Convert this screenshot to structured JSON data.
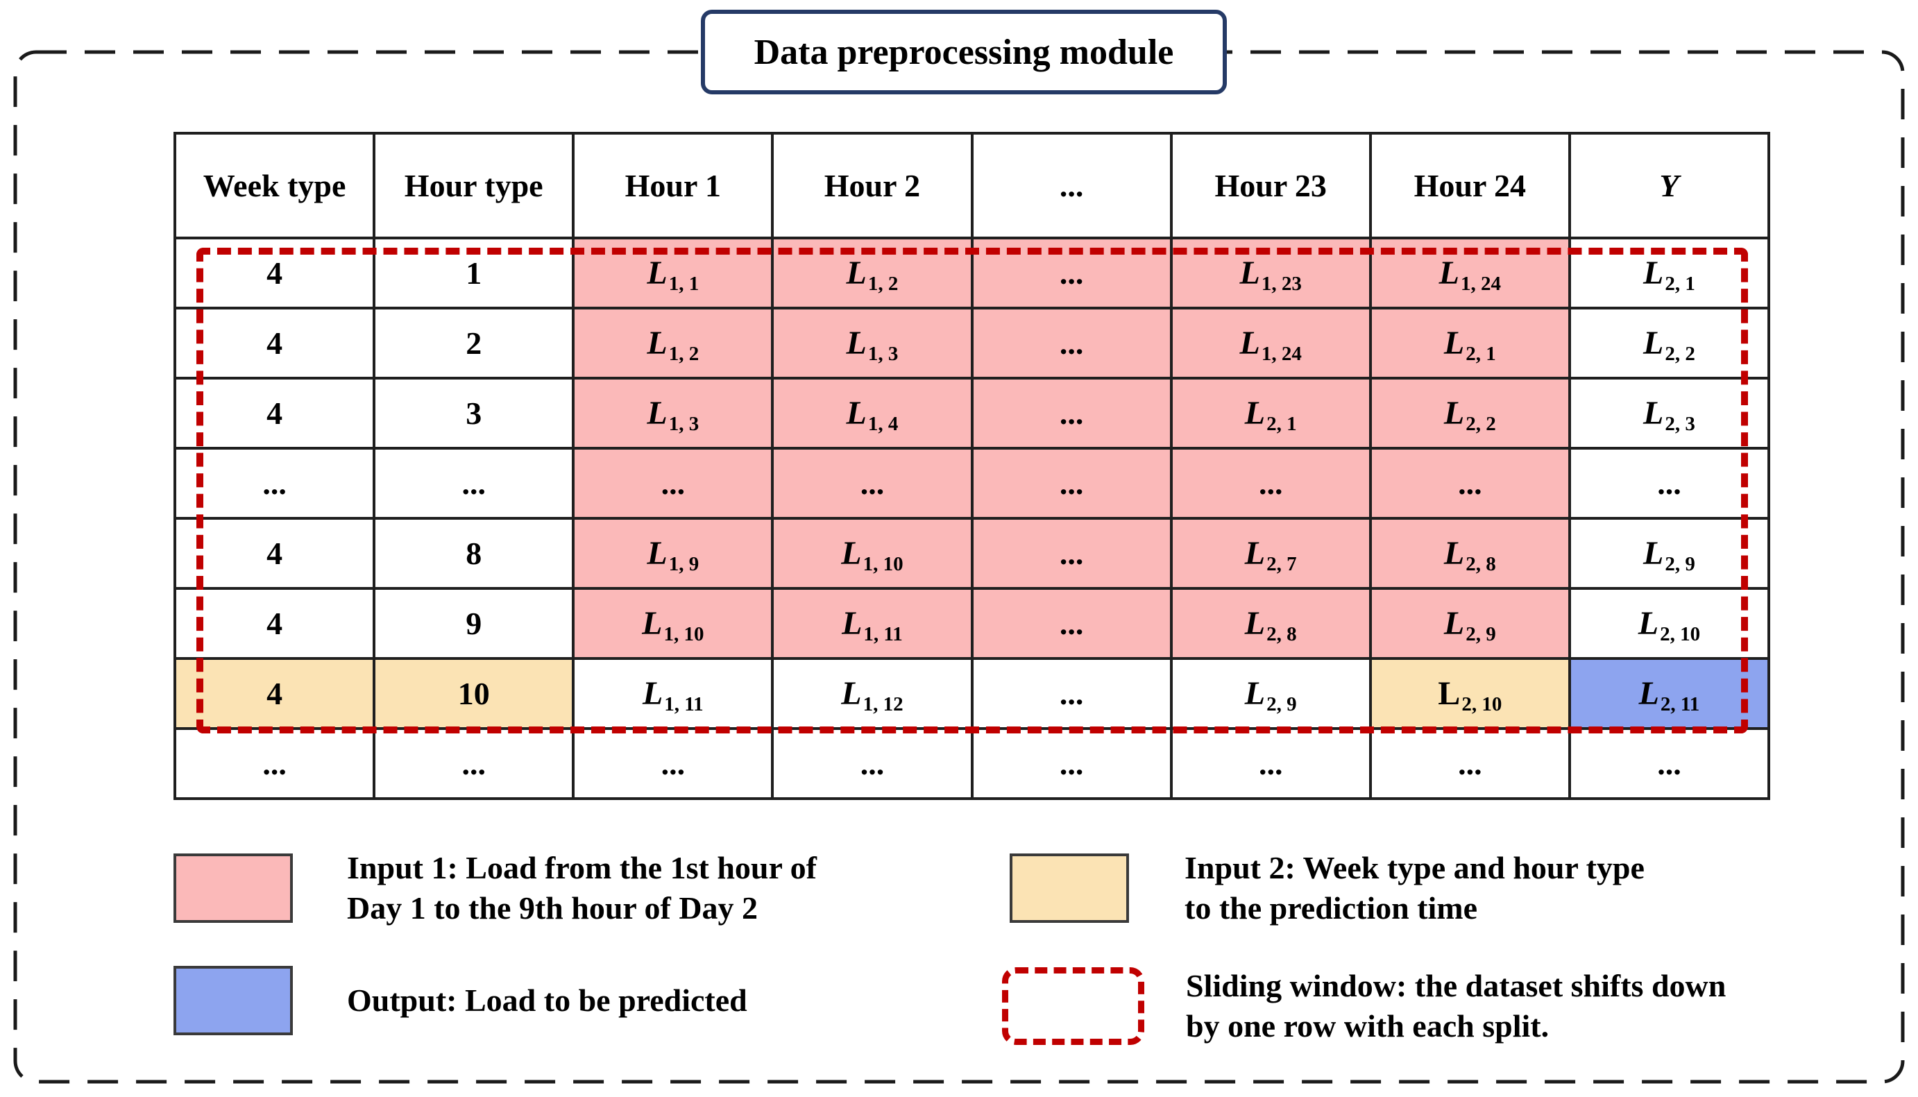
{
  "title": "Data preprocessing module",
  "colors": {
    "input1_pink": "#FBB9B9",
    "input2_orange": "#FBE3B4",
    "output_blue": "#8DA4EF",
    "sliding_window_red": "#C00000",
    "title_border_navy": "#253A66",
    "grid_black": "#1F1F1F"
  },
  "table": {
    "columns": [
      {
        "label": "Week type"
      },
      {
        "label": "Hour type"
      },
      {
        "label": "Hour 1"
      },
      {
        "label": "Hour 2"
      },
      {
        "label": "..."
      },
      {
        "label": "Hour 23"
      },
      {
        "label": "Hour 24"
      },
      {
        "label": "Y",
        "italic": true
      }
    ],
    "rows": [
      {
        "cells": [
          {
            "t": "4"
          },
          {
            "t": "1"
          },
          {
            "t": "L",
            "sub": "1, 1",
            "bg": "pink"
          },
          {
            "t": "L",
            "sub": "1, 2",
            "bg": "pink"
          },
          {
            "t": "...",
            "bg": "pink"
          },
          {
            "t": "L",
            "sub": "1, 23",
            "bg": "pink"
          },
          {
            "t": "L",
            "sub": "1, 24",
            "bg": "pink"
          },
          {
            "t": "L",
            "sub": "2, 1"
          }
        ]
      },
      {
        "cells": [
          {
            "t": "4"
          },
          {
            "t": "2"
          },
          {
            "t": "L",
            "sub": "1, 2",
            "bg": "pink"
          },
          {
            "t": "L",
            "sub": "1, 3",
            "bg": "pink"
          },
          {
            "t": "...",
            "bg": "pink"
          },
          {
            "t": "L",
            "sub": "1, 24",
            "bg": "pink"
          },
          {
            "t": "L",
            "sub": "2, 1",
            "bg": "pink"
          },
          {
            "t": "L",
            "sub": "2, 2"
          }
        ]
      },
      {
        "cells": [
          {
            "t": "4"
          },
          {
            "t": "3"
          },
          {
            "t": "L",
            "sub": "1, 3",
            "bg": "pink"
          },
          {
            "t": "L",
            "sub": "1, 4",
            "bg": "pink"
          },
          {
            "t": "...",
            "bg": "pink"
          },
          {
            "t": "L",
            "sub": "2, 1",
            "bg": "pink"
          },
          {
            "t": "L",
            "sub": "2, 2",
            "bg": "pink"
          },
          {
            "t": "L",
            "sub": "2, 3"
          }
        ]
      },
      {
        "cells": [
          {
            "t": "..."
          },
          {
            "t": "..."
          },
          {
            "t": "...",
            "bg": "pink"
          },
          {
            "t": "...",
            "bg": "pink"
          },
          {
            "t": "...",
            "bg": "pink"
          },
          {
            "t": "...",
            "bg": "pink"
          },
          {
            "t": "...",
            "bg": "pink"
          },
          {
            "t": "..."
          }
        ]
      },
      {
        "cells": [
          {
            "t": "4"
          },
          {
            "t": "8"
          },
          {
            "t": "L",
            "sub": "1, 9",
            "bg": "pink"
          },
          {
            "t": "L",
            "sub": "1, 10",
            "bg": "pink"
          },
          {
            "t": "...",
            "bg": "pink"
          },
          {
            "t": "L",
            "sub": "2, 7",
            "bg": "pink"
          },
          {
            "t": "L",
            "sub": "2, 8",
            "bg": "pink"
          },
          {
            "t": "L",
            "sub": "2, 9"
          }
        ]
      },
      {
        "cells": [
          {
            "t": "4"
          },
          {
            "t": "9"
          },
          {
            "t": "L",
            "sub": "1, 10",
            "bg": "pink"
          },
          {
            "t": "L",
            "sub": "1, 11",
            "bg": "pink"
          },
          {
            "t": "...",
            "bg": "pink"
          },
          {
            "t": "L",
            "sub": "2, 8",
            "bg": "pink"
          },
          {
            "t": "L",
            "sub": "2, 9",
            "bg": "pink"
          },
          {
            "t": "L",
            "sub": "2, 10"
          }
        ]
      },
      {
        "cells": [
          {
            "t": "4",
            "bg": "orange"
          },
          {
            "t": "10",
            "bg": "orange"
          },
          {
            "t": "L",
            "sub": "1, 11"
          },
          {
            "t": "L",
            "sub": "1, 12"
          },
          {
            "t": "..."
          },
          {
            "t": "L",
            "sub": "2, 9"
          },
          {
            "t": "L",
            "sub": "2, 10",
            "bg": "orange",
            "up": true
          },
          {
            "t": "L",
            "sub": "2, 11",
            "bg": "blue"
          }
        ]
      },
      {
        "cells": [
          {
            "t": "..."
          },
          {
            "t": "..."
          },
          {
            "t": "..."
          },
          {
            "t": "..."
          },
          {
            "t": "..."
          },
          {
            "t": "..."
          },
          {
            "t": "..."
          },
          {
            "t": "..."
          }
        ]
      }
    ]
  },
  "legend": [
    {
      "swatch": "pink",
      "lines": [
        "Input 1: Load from the 1st hour of",
        "Day 1 to the 9th hour of Day 2"
      ]
    },
    {
      "swatch": "orange",
      "lines": [
        "Input 2: Week type and hour type",
        "to the prediction time"
      ]
    },
    {
      "swatch": "blue",
      "lines": [
        "Output: Load to be predicted"
      ]
    },
    {
      "swatch": "dashed",
      "lines": [
        "Sliding window: the dataset shifts down",
        "by one row with each split."
      ]
    }
  ]
}
